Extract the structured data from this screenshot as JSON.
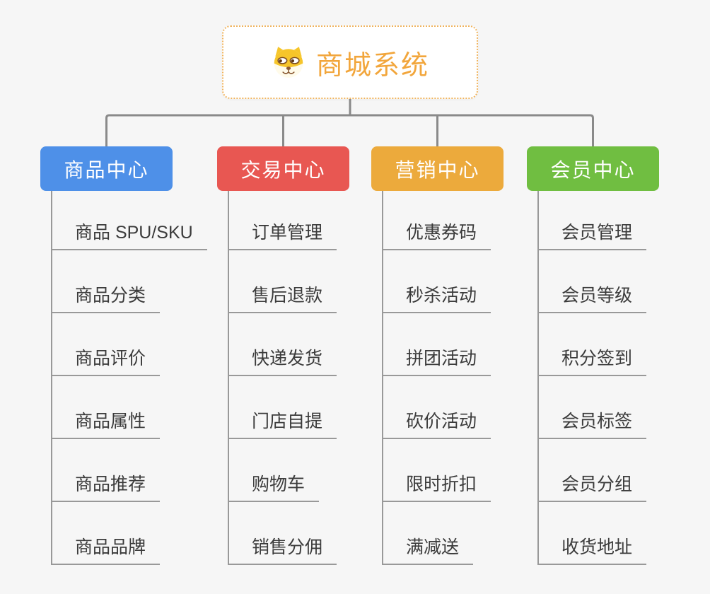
{
  "background": "#F6F6F6",
  "root": {
    "title": "商城系统",
    "icon": "dog-face-icon",
    "text_color": "#F2A63C",
    "border_color": "#F0B45F"
  },
  "connector_color": "#8A8A8A",
  "sub_line_color": "#999999",
  "sub_text_color": "#3B3B3B",
  "branches": [
    {
      "label": "商品中心",
      "color": "#4E90E8",
      "items": [
        "商品 SPU/SKU",
        "商品分类",
        "商品评价",
        "商品属性",
        "商品推荐",
        "商品品牌"
      ]
    },
    {
      "label": "交易中心",
      "color": "#E85752",
      "items": [
        "订单管理",
        "售后退款",
        "快递发货",
        "门店自提",
        "购物车",
        "销售分佣"
      ]
    },
    {
      "label": "营销中心",
      "color": "#ECAA3C",
      "items": [
        "优惠券码",
        "秒杀活动",
        "拼团活动",
        "砍价活动",
        "限时折扣",
        "满减送"
      ]
    },
    {
      "label": "会员中心",
      "color": "#70BE41",
      "items": [
        "会员管理",
        "会员等级",
        "积分签到",
        "会员标签",
        "会员分组",
        "收货地址"
      ]
    }
  ]
}
